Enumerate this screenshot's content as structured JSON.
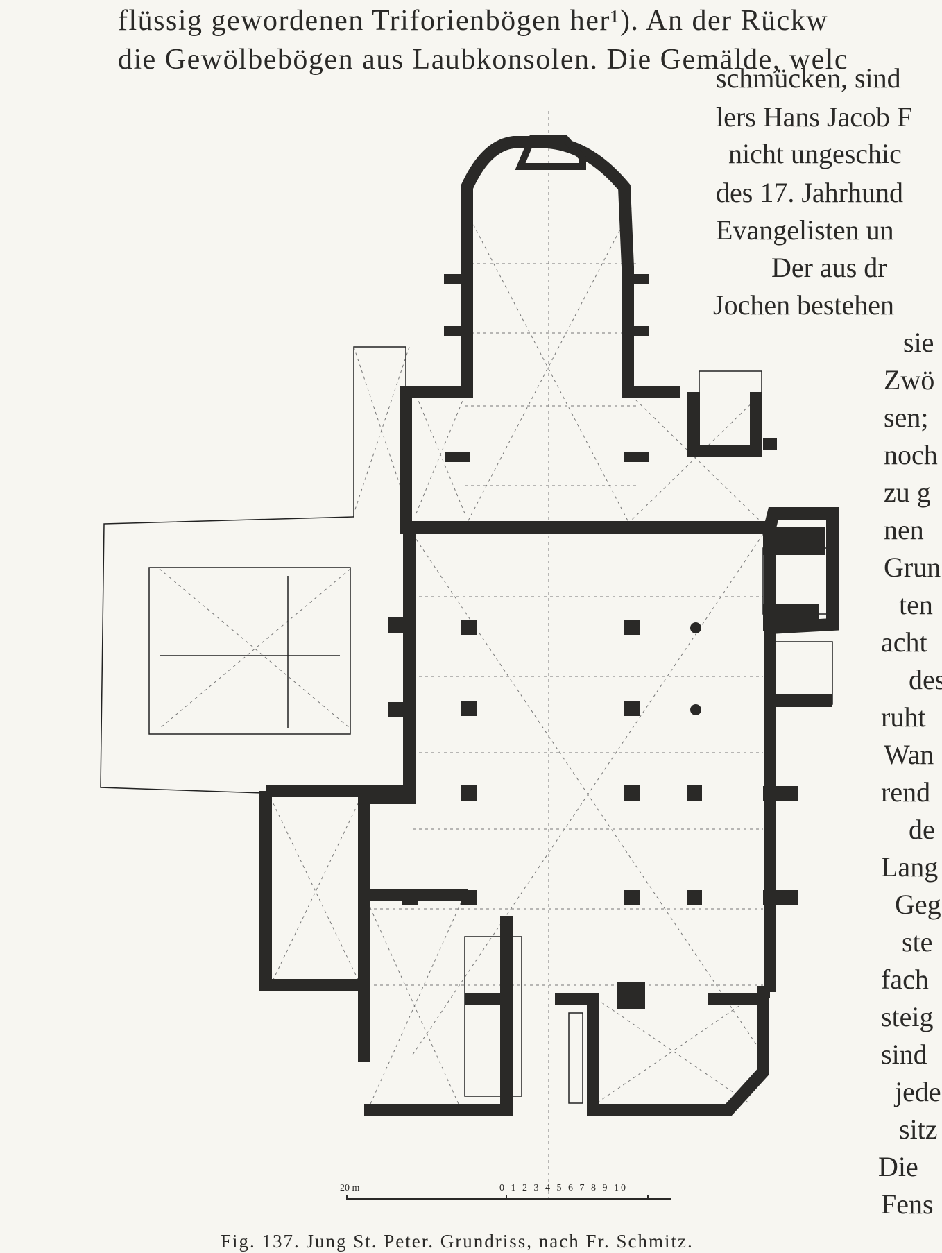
{
  "text": {
    "top_lines": [
      "flüssig gewordenen Triforienbögen her¹).  An der Rückw",
      "die Gewölbebögen aus Laubkonsolen.  Die Gemälde, welc"
    ],
    "side_lines": [
      "schmücken, sind",
      "lers Hans Jacob F",
      "nicht ungeschic",
      "des 17. Jahrhund",
      "Evangelisten un",
      "Der  aus  dr",
      "Jochen bestehen",
      "sie",
      "Zwö",
      "sen;",
      "noch",
      "zu g",
      "nen",
      "Grun",
      "ten",
      "acht",
      "des",
      "ruht",
      "Wan",
      "rend",
      "de",
      "Lang",
      "Geg",
      "ste",
      "fach",
      "steig",
      "sind",
      "jede",
      "sitz",
      "Die",
      "Fens"
    ]
  },
  "figure": {
    "caption": "Fig. 137.  Jung St. Peter.  Grundriss, nach Fr. Schmitz.",
    "scale_left_label": "20 m",
    "scale_right_label": "0 1 2 3 4 5 6 7 8 9 10"
  }
}
